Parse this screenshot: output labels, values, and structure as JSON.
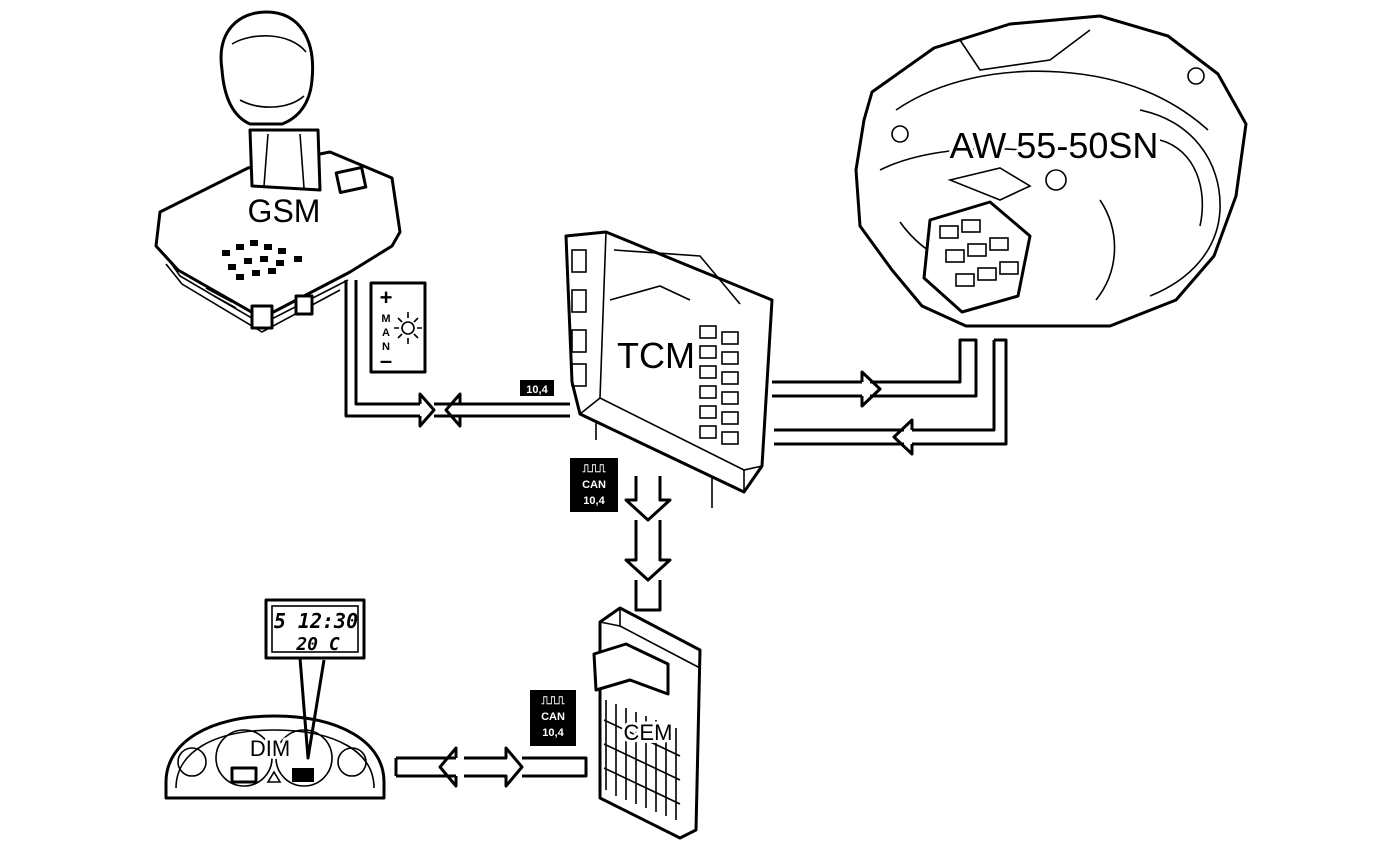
{
  "diagram": {
    "components": {
      "gsm": "GSM",
      "tcm": "TCM",
      "transmission": "AW 55-50SN",
      "cem": "CEM",
      "dim": "DIM"
    },
    "gear_indicator": {
      "plus": "+",
      "man_letters": [
        "M",
        "A",
        "N"
      ],
      "minus": "–"
    },
    "bus_labels": {
      "gsm_link": "10,4",
      "tcm_cem_link": [
        "CAN",
        "10,4"
      ],
      "cem_dim_link": [
        "CAN",
        "10,4"
      ]
    },
    "display": {
      "line1": "5 12:30",
      "line2": "20 C"
    }
  }
}
